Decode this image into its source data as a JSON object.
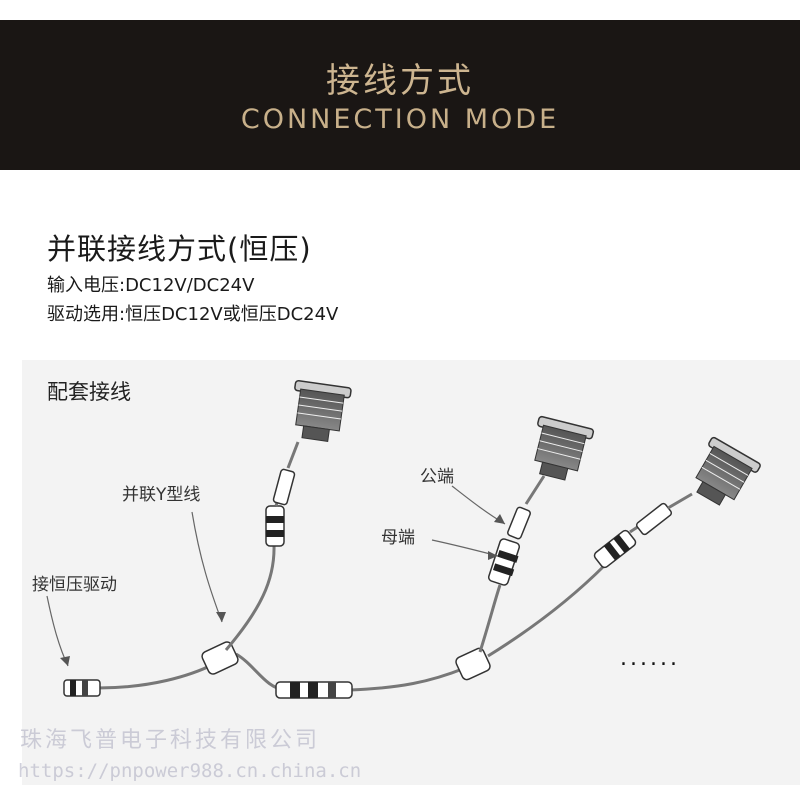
{
  "header": {
    "title_cn": "接线方式",
    "title_en": "CONNECTION MODE",
    "bg_color": "#1a1614",
    "text_color": "#cdb590"
  },
  "section": {
    "title": "并联接线方式(恒压)",
    "input_voltage": "输入电压:DC12V/DC24V",
    "driver_option": "驱动选用:恒压DC12V或恒压DC24V"
  },
  "diagram": {
    "kit_label": "配套接线",
    "y_cable_label": "并联Y型线",
    "driver_label": "接恒压驱动",
    "male_label": "公端",
    "female_label": "母端",
    "more_indicator": "......"
  },
  "watermark": {
    "company": "珠海飞普电子科技有限公司",
    "url": "https://pnpower988.cn.china.cn"
  }
}
